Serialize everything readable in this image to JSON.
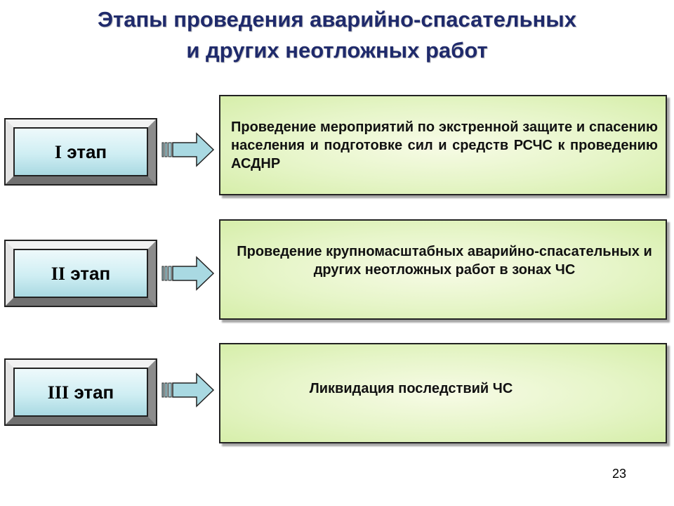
{
  "title": {
    "line1": "Этапы проведения аварийно-спасательных",
    "line2": "и других неотложных работ"
  },
  "stages": [
    {
      "roman": "I",
      "word": "этап",
      "description": "Проведение мероприятий по экстренной защите и спасению населения и подготовке сил и средств РСЧС к проведению АСДНР"
    },
    {
      "roman": "II",
      "word": "этап",
      "description": "Проведение крупномасштабных аварийно-спасательных и других неотложных работ в зонах ЧС"
    },
    {
      "roman": "III",
      "word": "этап",
      "description": "Ликвидация последствий ЧС"
    }
  ],
  "page_number": "23",
  "colors": {
    "title": "#1f2a6b",
    "stage_face": "#cfeef3",
    "description_box": "#e6f5c8",
    "arrow_fill": "#a9d9e2"
  }
}
